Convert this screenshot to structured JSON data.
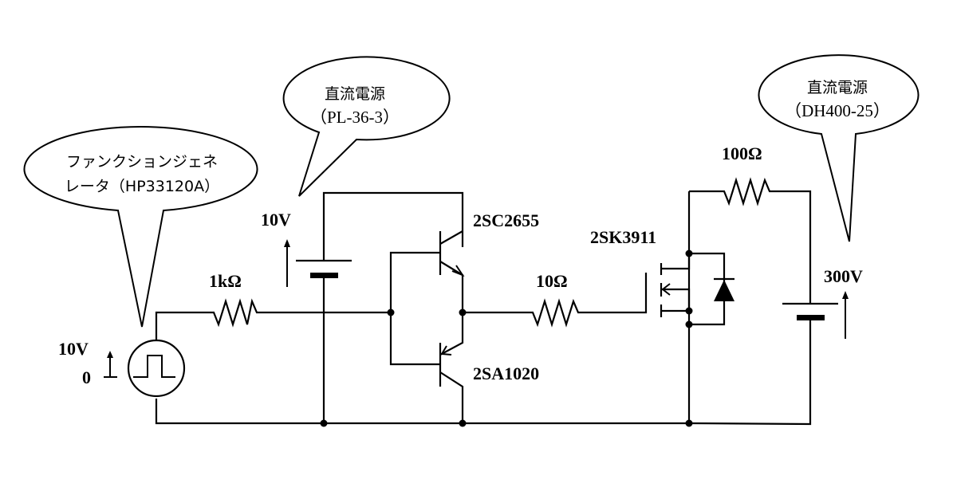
{
  "diagram": {
    "type": "circuit-schematic",
    "description": "MOSFET gate drive test circuit",
    "callouts": {
      "function_generator": {
        "line1": "ファンクションジェネ",
        "line2": "レータ（HP33120A）"
      },
      "gate_supply": {
        "line1": "直流電源",
        "line2": "（PL-36-3）"
      },
      "main_supply": {
        "line1": "直流電源",
        "line2": "（DH400-25）"
      }
    },
    "components": {
      "pulse_source": {
        "high_label": "10V",
        "low_label": "0"
      },
      "gate_resistor_input": {
        "label": "1kΩ"
      },
      "gate_battery": {
        "label": "10V"
      },
      "npn_transistor": {
        "label": "2SC2655"
      },
      "pnp_transistor": {
        "label": "2SA1020"
      },
      "gate_resistor": {
        "label": "10Ω"
      },
      "mosfet": {
        "label": "2SK3911"
      },
      "load_resistor": {
        "label": "100Ω"
      },
      "main_battery": {
        "label": "300V"
      }
    }
  }
}
